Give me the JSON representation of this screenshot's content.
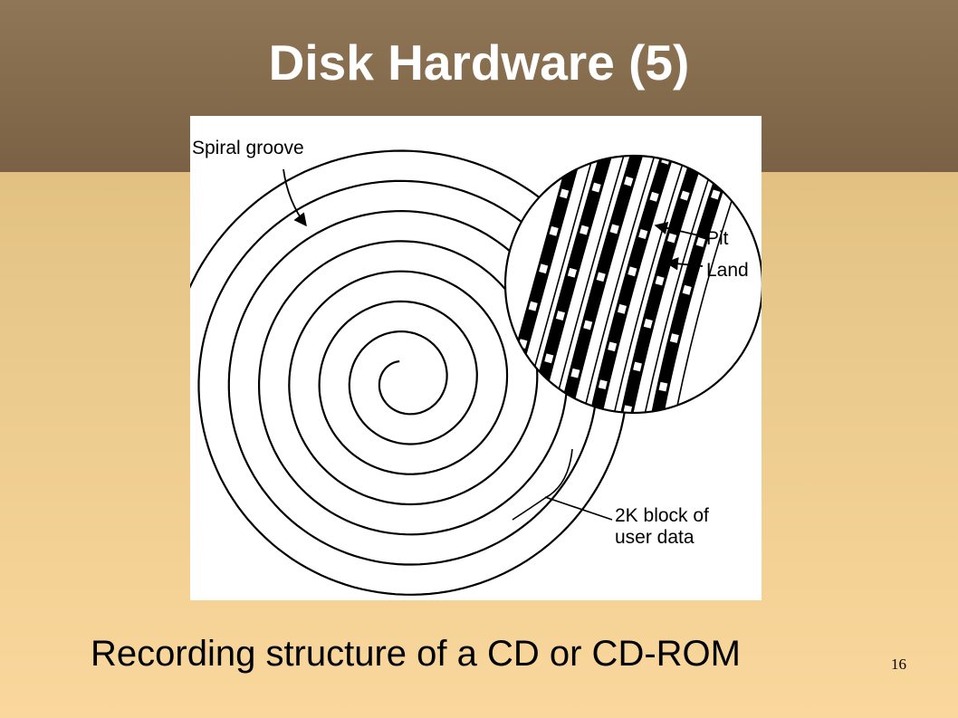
{
  "slide": {
    "title": "Disk Hardware (5)",
    "caption": "Recording structure of a CD or CD-ROM",
    "page_number": "16"
  },
  "diagram": {
    "labels": {
      "spiral_groove": "Spiral groove",
      "pit": "Pit",
      "land": "Land",
      "block_line1": "2K block of",
      "block_line2": "user data"
    }
  },
  "colors": {
    "header": "#836a4b",
    "background_top": "#d8b574",
    "background_bottom": "#fad79c",
    "title_text": "#ffffff"
  }
}
